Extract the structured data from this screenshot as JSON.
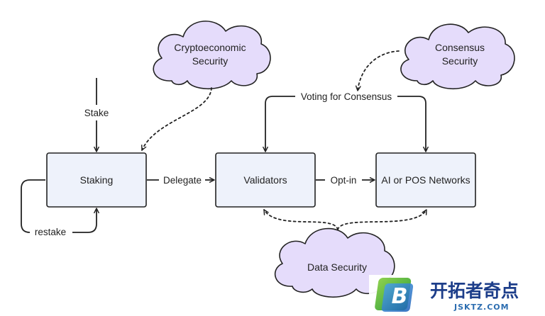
{
  "nodes": {
    "staking": "Staking",
    "validators": "Validators",
    "networks": "AI or POS Networks"
  },
  "clouds": {
    "crypto_line1": "Cryptoeconomic",
    "crypto_line2": "Security",
    "consensus_line1": "Consensus",
    "consensus_line2": "Security",
    "data": "Data Security"
  },
  "edges": {
    "stake": "Stake",
    "delegate": "Delegate",
    "opt_in": "Opt-in",
    "voting": "Voting for Consensus",
    "restake": "restake"
  },
  "watermark": {
    "logo_letter": "B",
    "brand_cn": "开拓者奇点",
    "brand_url": "JSKTZ.COM"
  },
  "colors": {
    "node_fill": "#eef2fb",
    "cloud_fill": "#e5dcfb",
    "stroke": "#222222"
  }
}
